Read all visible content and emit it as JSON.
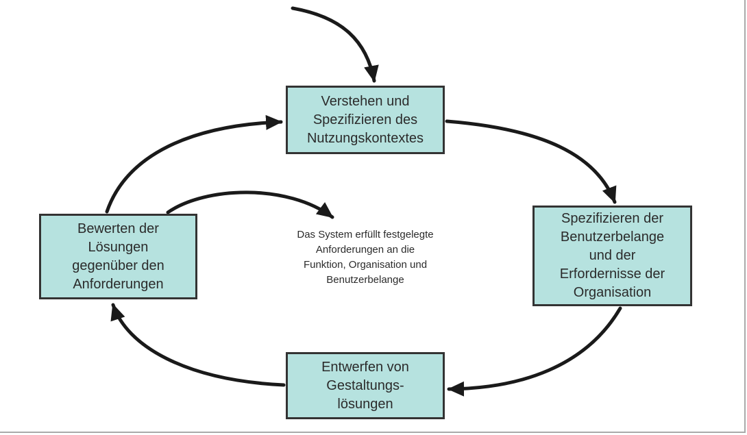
{
  "diagram": {
    "boxes": {
      "context": {
        "lines": [
          "Verstehen und",
          "Spezifizieren des",
          "Nutzungskontextes"
        ]
      },
      "requirements": {
        "lines": [
          "Spezifizieren der",
          "Benutzerbelange",
          "und der",
          "Erfordernisse der",
          "Organisation"
        ]
      },
      "design": {
        "lines": [
          "Entwerfen von",
          "Gestaltungs-",
          "lösungen"
        ]
      },
      "evaluate": {
        "lines": [
          "Bewerten der",
          "Lösungen",
          "gegenüber den",
          "Anforderungen"
        ]
      }
    },
    "center_note": {
      "lines": [
        "Das System erfüllt festgelegte",
        "Anforderungen an die",
        "Funktion, Organisation und",
        "Benutzerbelange"
      ]
    },
    "colors": {
      "box_fill": "#b6e2df",
      "box_border": "#333333",
      "arrow": "#1a1a1a",
      "text": "#2b2b2b"
    }
  }
}
